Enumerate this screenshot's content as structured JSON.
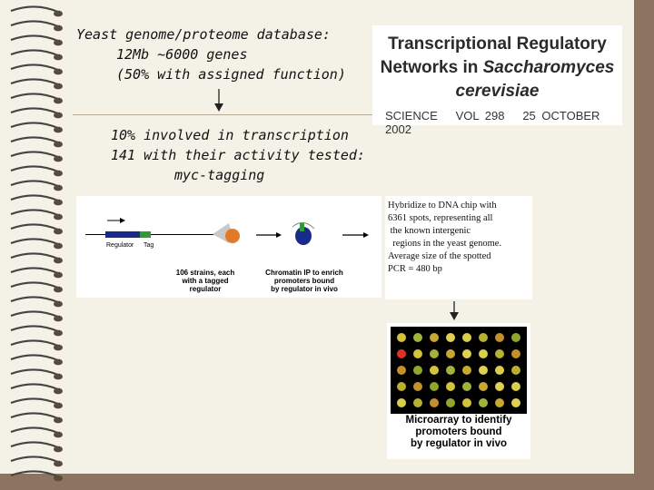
{
  "intro": {
    "line1": "Yeast genome/proteome database:",
    "line2": "12Mb ~6000 genes",
    "line3": "(50% with assigned function)"
  },
  "stats": {
    "line1": "10% involved in transcription",
    "line2": "141 with their activity tested:",
    "line3": "myc-tagging"
  },
  "paper": {
    "title_line1": "Transcriptional Regulatory",
    "title_line2_plain": "Networks in ",
    "title_line2_italic": "Saccharomyces",
    "title_line3": "cerevisiae",
    "journal": "SCIENCE",
    "volume": "VOL 298",
    "date": "25 OCTOBER 2002"
  },
  "diagram": {
    "regulator_label": "Regulator",
    "tag_label": "Tag",
    "strains_caption": "106 strains, each\nwith a tagged\nregulator",
    "chip_caption": "Chromatin IP to enrich\npromoters bound\nby regulator in vivo"
  },
  "hybridize": {
    "text": "Hybridize to DNA chip with\n6361 spots, representing all\n the known intergenic\n  regions in the yeast genome.\nAverage size of the spotted\nPCR = 480 bp"
  },
  "microarray": {
    "caption": "Microarray to identify\npromoters bound\nby regulator in vivo"
  },
  "colors": {
    "background": "#8c7560",
    "paper": "#f4f1e6",
    "regulator_bar": "#1a2a8c",
    "tag_bar": "#2e9a3a",
    "cell": "#e07a2a"
  }
}
